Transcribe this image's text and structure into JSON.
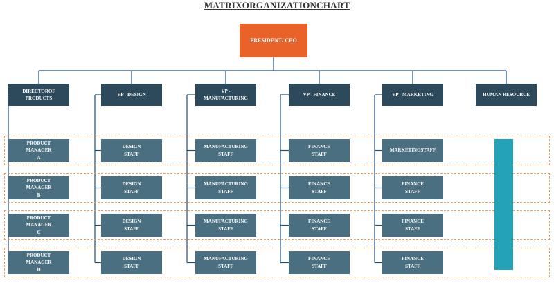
{
  "title": "MATRIXORGANIZATIONCHART",
  "president": "PRESIDENT/ CEO",
  "columns": [
    {
      "header": "DIRECTOROF\nPRODUCTS",
      "staff": [
        "PRODUCT\nMANAGER\nA",
        "PRODUCT\nMANAGER\nB",
        "PRODUCT\nMANAGER\nC",
        "PRODUCT\nMANAGER\nD"
      ]
    },
    {
      "header": "VP - DESIGN",
      "staff": [
        "DESIGN\nSTAFF",
        "DESIGN\nSTAFF",
        "DESIGN\nSTAFF",
        "DESIGN\nSTAFF"
      ]
    },
    {
      "header": "VP -\nMANUFACTURING",
      "staff": [
        "MANUFACTURING\nSTAFF",
        "MANUFACTURING\nSTAFF",
        "MANUFACTURING\nSTAFF",
        "MANUFACTURING\nSTAFF"
      ]
    },
    {
      "header": "VP - FINANCE",
      "staff": [
        "FINANCE\nSTAFF",
        "FINANCE\nSTAFF",
        "FINANCE\nSTAFF",
        "FINANCE\nSTAFF"
      ]
    },
    {
      "header": "VP - MARKETING",
      "staff": [
        "MARKETINGSTAFF",
        "FINANCE\nSTAFF",
        "FINANCE\nSTAFF",
        "FINANCE\nSTAFF"
      ]
    },
    {
      "header": "HUMAN RESOURCE",
      "staff": []
    }
  ],
  "colors": {
    "ceo": "#e8622a",
    "header": "#2c4a5c",
    "staff": "#4a6f80",
    "connector": "#1f4e79",
    "band": "#e8a15a",
    "hr_bar": "#23a3b5"
  }
}
